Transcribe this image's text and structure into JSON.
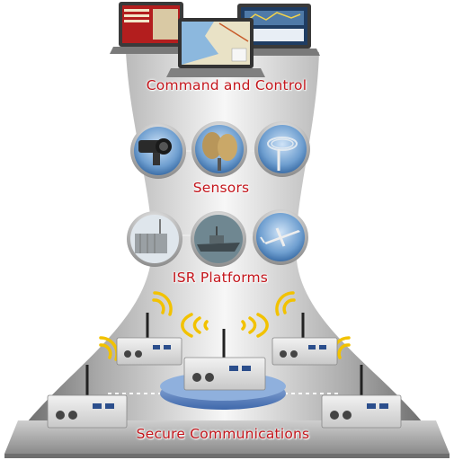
{
  "labels": {
    "command_and_control": "Command and Control",
    "sensors": "Sensors",
    "isr_platforms": "ISR Platforms",
    "secure_communications": "Secure Communications"
  },
  "colors": {
    "label_red": "#c4161c",
    "signal_yellow": "#f2c200",
    "funnel_gray": "#8f8f8f",
    "stage_blue": "#4a74b8"
  },
  "tiers": [
    {
      "name": "Command and Control",
      "icons": [
        "laptop-icon",
        "laptop-icon",
        "laptop-icon"
      ]
    },
    {
      "name": "Sensors",
      "icons": [
        "surveillance-camera-icon",
        "radar-dish-icon",
        "perimeter-wire-sensor-icon"
      ]
    },
    {
      "name": "ISR Platforms",
      "icons": [
        "shipping-container-icon",
        "patrol-boat-icon",
        "uav-drone-icon"
      ]
    },
    {
      "name": "Secure Communications",
      "icons": [
        "radio-unit-icon",
        "radio-unit-icon",
        "radio-unit-icon",
        "radio-unit-icon",
        "radio-unit-icon",
        "radio-unit-icon"
      ]
    }
  ]
}
